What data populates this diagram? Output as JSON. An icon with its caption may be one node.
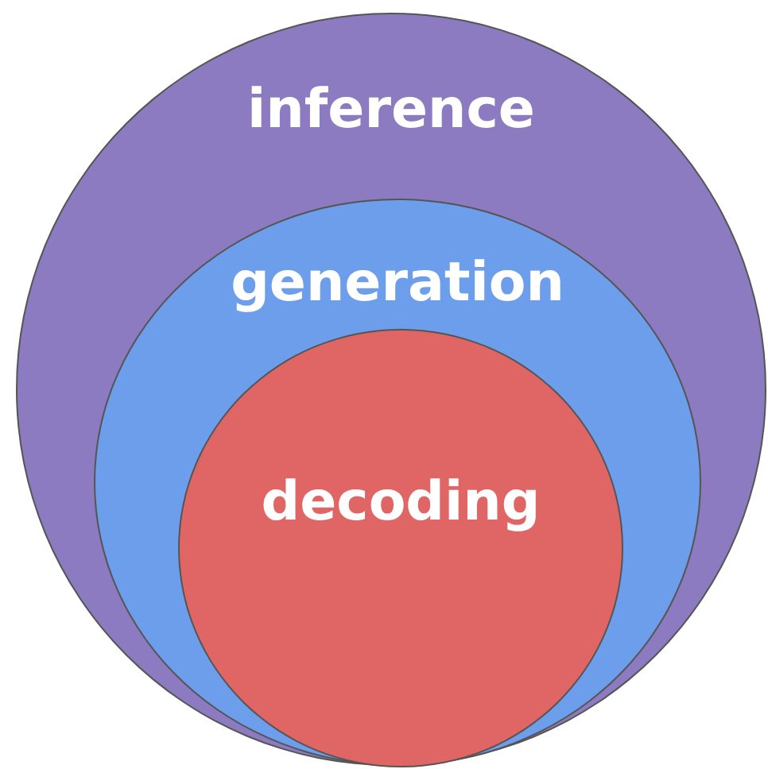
{
  "diagram": {
    "nodes": [
      {
        "text": [
          "inference"
        ]
      },
      {
        "text": [
          "generation"
        ],
        "in": 0
      },
      {
        "text": [
          "decoding"
        ],
        "in": 1
      }
    ]
  }
}
